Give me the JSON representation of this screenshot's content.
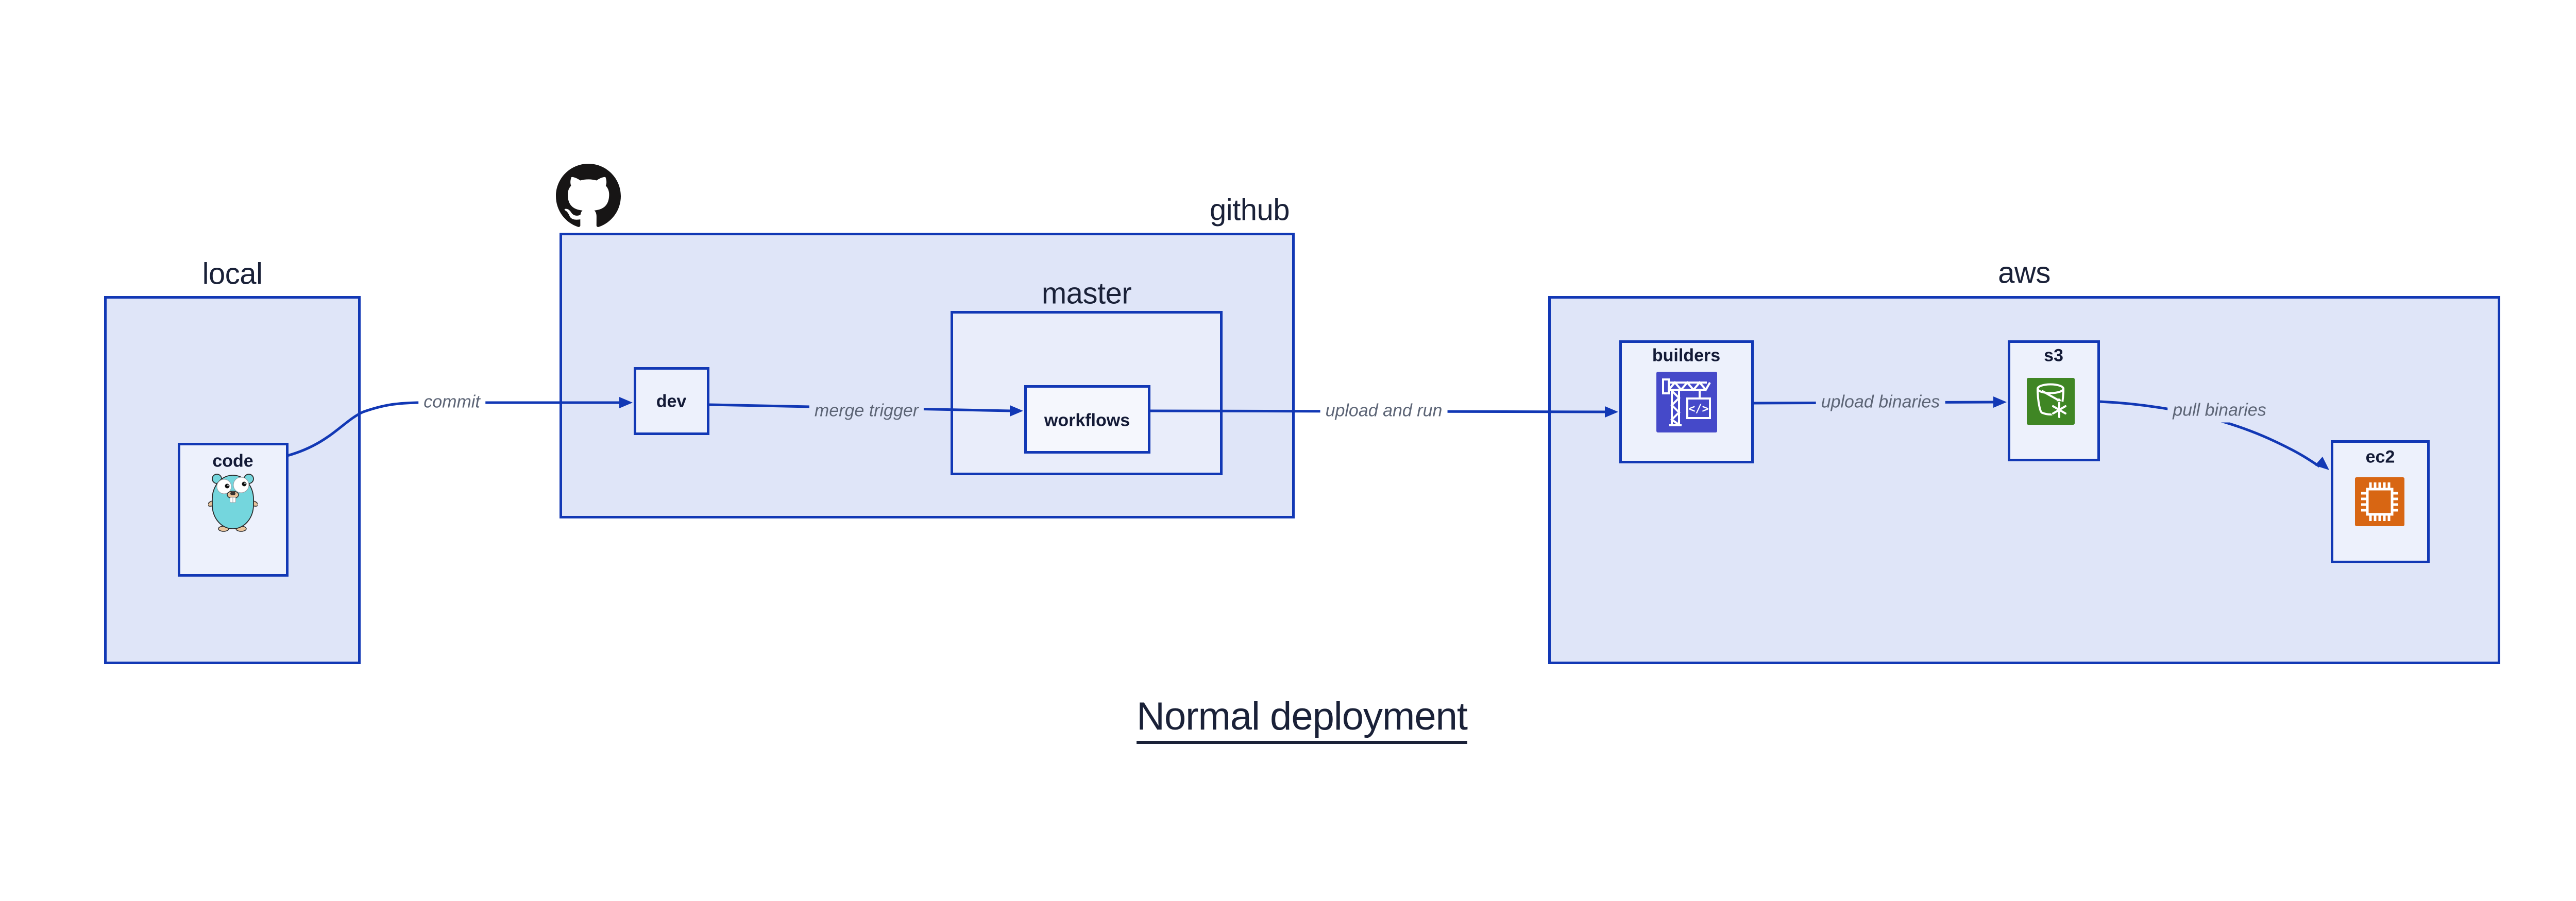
{
  "title": "Normal deployment",
  "groups": {
    "local": {
      "label": "local"
    },
    "github": {
      "label": "github"
    },
    "master": {
      "label": "master"
    },
    "aws": {
      "label": "aws"
    }
  },
  "nodes": {
    "code": {
      "label": "code",
      "icon": "go-gopher"
    },
    "dev": {
      "label": "dev"
    },
    "workflows": {
      "label": "workflows"
    },
    "builders": {
      "label": "builders",
      "icon": "aws-codebuild-crane"
    },
    "s3": {
      "label": "s3",
      "icon": "aws-s3-bucket"
    },
    "ec2": {
      "label": "ec2",
      "icon": "aws-ec2-chip"
    }
  },
  "edges": [
    {
      "from": "code",
      "to": "dev",
      "label": "commit"
    },
    {
      "from": "dev",
      "to": "workflows",
      "label": "merge trigger"
    },
    {
      "from": "workflows",
      "to": "builders",
      "label": "upload and run"
    },
    {
      "from": "builders",
      "to": "s3",
      "label": "upload binaries"
    },
    {
      "from": "s3",
      "to": "ec2",
      "label": "pull binaries"
    }
  ],
  "icons": {
    "github_mark": "github-octocat"
  },
  "colors": {
    "border_blue": "#1238b5",
    "cluster_fill": "#dfe5f8",
    "master_fill": "#e9edfa",
    "node_fill": "#edf1fc",
    "workflows_fill": "#f5f7fd",
    "edge_label_text": "#5d6576",
    "diagram_text": "#1a2138",
    "codebuild_icon_bg": "#4549c9",
    "s3_icon_bg": "#3f8624",
    "ec2_icon_bg": "#d86613",
    "gopher_body": "#74d6dd",
    "octocat": "#171515"
  }
}
